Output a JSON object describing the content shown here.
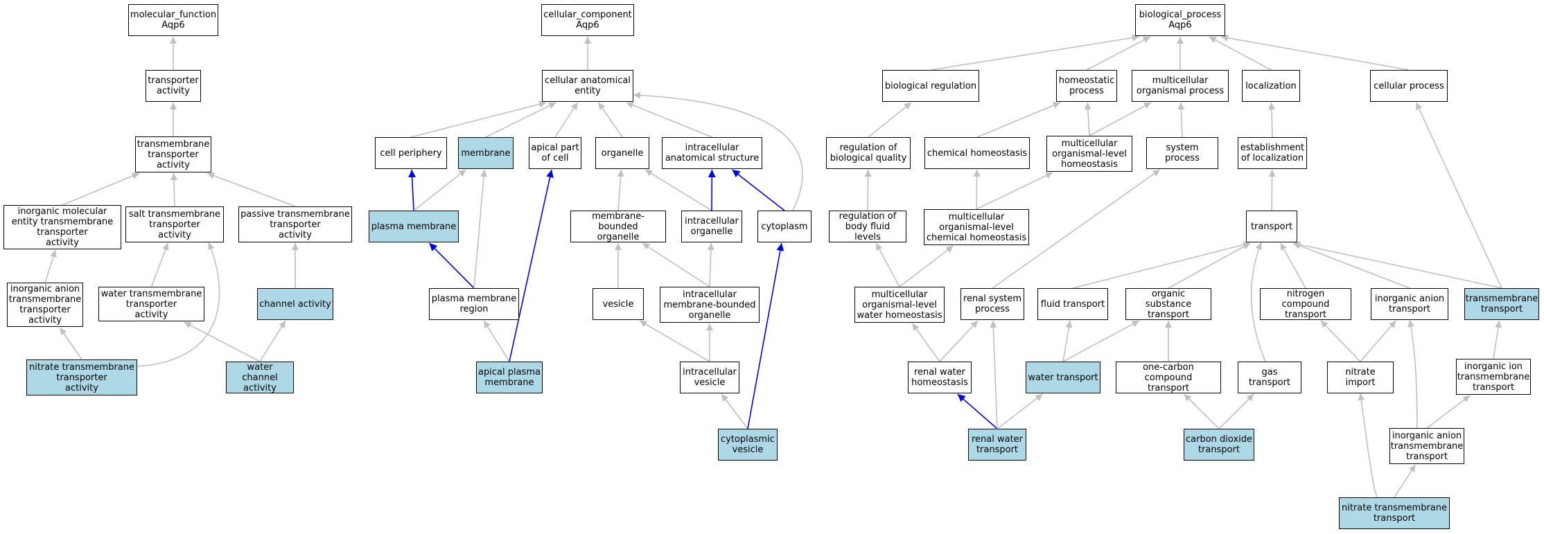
{
  "colors": {
    "highlight_fill": "#add8e6",
    "node_fill": "#ffffff",
    "edge_default": "#c0c0c0",
    "edge_strong": "#0000e0",
    "border": "#000000"
  },
  "nodes": [
    {
      "id": "mf",
      "label": "molecular_function\nAqp6",
      "hl": false
    },
    {
      "id": "ta",
      "label": "transporter\nactivity",
      "hl": false
    },
    {
      "id": "tmta",
      "label": "transmembrane\ntransporter\nactivity",
      "hl": false
    },
    {
      "id": "imetta",
      "label": "inorganic molecular\nentity transmembrane\ntransporter\nactivity",
      "hl": false
    },
    {
      "id": "stta",
      "label": "salt transmembrane\ntransporter\nactivity",
      "hl": false
    },
    {
      "id": "ptta",
      "label": "passive transmembrane\ntransporter\nactivity",
      "hl": false
    },
    {
      "id": "iatta",
      "label": "inorganic anion\ntransmembrane\ntransporter\nactivity",
      "hl": false
    },
    {
      "id": "wtta",
      "label": "water transmembrane\ntransporter\nactivity",
      "hl": false
    },
    {
      "id": "ca",
      "label": "channel activity",
      "hl": true
    },
    {
      "id": "ntta",
      "label": "nitrate transmembrane\ntransporter\nactivity",
      "hl": true
    },
    {
      "id": "wca",
      "label": "water channel\nactivity",
      "hl": true
    },
    {
      "id": "cc",
      "label": "cellular_component\nAqp6",
      "hl": false
    },
    {
      "id": "cae",
      "label": "cellular anatomical\nentity",
      "hl": false
    },
    {
      "id": "cp",
      "label": "cell periphery",
      "hl": false
    },
    {
      "id": "mem",
      "label": "membrane",
      "hl": true
    },
    {
      "id": "apc",
      "label": "apical part\nof cell",
      "hl": false
    },
    {
      "id": "org",
      "label": "organelle",
      "hl": false
    },
    {
      "id": "ias",
      "label": "intracellular\nanatomical structure",
      "hl": false
    },
    {
      "id": "pm",
      "label": "plasma membrane",
      "hl": true
    },
    {
      "id": "mbo",
      "label": "membrane-bounded\norganelle",
      "hl": false
    },
    {
      "id": "io",
      "label": "intracellular\norganelle",
      "hl": false
    },
    {
      "id": "cyt",
      "label": "cytoplasm",
      "hl": false
    },
    {
      "id": "pmr",
      "label": "plasma membrane\nregion",
      "hl": false
    },
    {
      "id": "ves",
      "label": "vesicle",
      "hl": false
    },
    {
      "id": "imbo",
      "label": "intracellular\nmembrane-bounded\norganelle",
      "hl": false
    },
    {
      "id": "apm",
      "label": "apical plasma\nmembrane",
      "hl": true
    },
    {
      "id": "iv",
      "label": "intracellular\nvesicle",
      "hl": false
    },
    {
      "id": "cv",
      "label": "cytoplasmic\nvesicle",
      "hl": true
    },
    {
      "id": "bp",
      "label": "biological_process\nAqp6",
      "hl": false
    },
    {
      "id": "br",
      "label": "biological regulation",
      "hl": false
    },
    {
      "id": "hp",
      "label": "homeostatic\nprocess",
      "hl": false
    },
    {
      "id": "mop",
      "label": "multicellular\norganismal process",
      "hl": false
    },
    {
      "id": "loc",
      "label": "localization",
      "hl": false
    },
    {
      "id": "cellp",
      "label": "cellular process",
      "hl": false
    },
    {
      "id": "rbq",
      "label": "regulation of\nbiological quality",
      "hl": false
    },
    {
      "id": "ch",
      "label": "chemical homeostasis",
      "hl": false
    },
    {
      "id": "molh",
      "label": "multicellular\norganismal-level\nhomeostasis",
      "hl": false
    },
    {
      "id": "sp",
      "label": "system process",
      "hl": false
    },
    {
      "id": "eol",
      "label": "establishment\nof localization",
      "hl": false
    },
    {
      "id": "rbfl",
      "label": "regulation of\nbody fluid levels",
      "hl": false
    },
    {
      "id": "molch",
      "label": "multicellular\norganismal-level\nchemical homeostasis",
      "hl": false
    },
    {
      "id": "tr",
      "label": "transport",
      "hl": false
    },
    {
      "id": "molwh",
      "label": "multicellular\norganismal-level\nwater homeostasis",
      "hl": false
    },
    {
      "id": "rsp",
      "label": "renal system\nprocess",
      "hl": false
    },
    {
      "id": "ft",
      "label": "fluid transport",
      "hl": false
    },
    {
      "id": "ost",
      "label": "organic substance\ntransport",
      "hl": false
    },
    {
      "id": "nct",
      "label": "nitrogen compound\ntransport",
      "hl": false
    },
    {
      "id": "iat",
      "label": "inorganic anion\ntransport",
      "hl": false
    },
    {
      "id": "tmt",
      "label": "transmembrane\ntransport",
      "hl": true
    },
    {
      "id": "rwh",
      "label": "renal water\nhomeostasis",
      "hl": false
    },
    {
      "id": "wt",
      "label": "water transport",
      "hl": true
    },
    {
      "id": "occt",
      "label": "one-carbon compound\ntransport",
      "hl": false
    },
    {
      "id": "gt",
      "label": "gas transport",
      "hl": false
    },
    {
      "id": "ni",
      "label": "nitrate import",
      "hl": false
    },
    {
      "id": "iitt",
      "label": "inorganic ion\ntransmembrane\ntransport",
      "hl": false
    },
    {
      "id": "iatt",
      "label": "inorganic anion\ntransmembrane\ntransport",
      "hl": false
    },
    {
      "id": "rwt",
      "label": "renal water\ntransport",
      "hl": true
    },
    {
      "id": "cdt",
      "label": "carbon dioxide\ntransport",
      "hl": true
    },
    {
      "id": "ntt",
      "label": "nitrate transmembrane\ntransport",
      "hl": true
    }
  ],
  "edges": [
    {
      "from": "ta",
      "to": "mf",
      "strong": false
    },
    {
      "from": "tmta",
      "to": "ta",
      "strong": false
    },
    {
      "from": "imetta",
      "to": "tmta",
      "strong": false
    },
    {
      "from": "stta",
      "to": "tmta",
      "strong": false
    },
    {
      "from": "ptta",
      "to": "tmta",
      "strong": false
    },
    {
      "from": "iatta",
      "to": "imetta",
      "strong": false
    },
    {
      "from": "wtta",
      "to": "stta",
      "strong": false
    },
    {
      "from": "ca",
      "to": "ptta",
      "strong": false
    },
    {
      "from": "ntta",
      "to": "iatta",
      "strong": false
    },
    {
      "from": "ntta",
      "to": "stta",
      "strong": false
    },
    {
      "from": "wca",
      "to": "wtta",
      "strong": false
    },
    {
      "from": "wca",
      "to": "ca",
      "strong": false
    },
    {
      "from": "cae",
      "to": "cc",
      "strong": false
    },
    {
      "from": "cp",
      "to": "cae",
      "strong": false
    },
    {
      "from": "mem",
      "to": "cae",
      "strong": false
    },
    {
      "from": "apc",
      "to": "cae",
      "strong": false
    },
    {
      "from": "org",
      "to": "cae",
      "strong": false
    },
    {
      "from": "ias",
      "to": "cae",
      "strong": false
    },
    {
      "from": "cyt",
      "to": "cae",
      "strong": false
    },
    {
      "from": "pm",
      "to": "cp",
      "strong": true
    },
    {
      "from": "pm",
      "to": "mem",
      "strong": false
    },
    {
      "from": "pmr",
      "to": "pm",
      "strong": true
    },
    {
      "from": "pmr",
      "to": "mem",
      "strong": false
    },
    {
      "from": "apm",
      "to": "pmr",
      "strong": false
    },
    {
      "from": "apm",
      "to": "apc",
      "strong": true
    },
    {
      "from": "mbo",
      "to": "org",
      "strong": false
    },
    {
      "from": "io",
      "to": "org",
      "strong": false
    },
    {
      "from": "io",
      "to": "ias",
      "strong": true
    },
    {
      "from": "cyt",
      "to": "ias",
      "strong": true
    },
    {
      "from": "ves",
      "to": "mbo",
      "strong": false
    },
    {
      "from": "imbo",
      "to": "mbo",
      "strong": false
    },
    {
      "from": "imbo",
      "to": "io",
      "strong": false
    },
    {
      "from": "iv",
      "to": "ves",
      "strong": false
    },
    {
      "from": "iv",
      "to": "imbo",
      "strong": false
    },
    {
      "from": "cv",
      "to": "iv",
      "strong": false
    },
    {
      "from": "cv",
      "to": "cyt",
      "strong": true
    },
    {
      "from": "br",
      "to": "bp",
      "strong": false
    },
    {
      "from": "hp",
      "to": "bp",
      "strong": false
    },
    {
      "from": "mop",
      "to": "bp",
      "strong": false
    },
    {
      "from": "loc",
      "to": "bp",
      "strong": false
    },
    {
      "from": "cellp",
      "to": "bp",
      "strong": false
    },
    {
      "from": "rbq",
      "to": "br",
      "strong": false
    },
    {
      "from": "ch",
      "to": "hp",
      "strong": false
    },
    {
      "from": "molh",
      "to": "hp",
      "strong": false
    },
    {
      "from": "molh",
      "to": "mop",
      "strong": false
    },
    {
      "from": "sp",
      "to": "mop",
      "strong": false
    },
    {
      "from": "eol",
      "to": "loc",
      "strong": false
    },
    {
      "from": "rbfl",
      "to": "rbq",
      "strong": false
    },
    {
      "from": "molch",
      "to": "ch",
      "strong": false
    },
    {
      "from": "molch",
      "to": "molh",
      "strong": false
    },
    {
      "from": "tr",
      "to": "eol",
      "strong": false
    },
    {
      "from": "molwh",
      "to": "rbfl",
      "strong": false
    },
    {
      "from": "molwh",
      "to": "molch",
      "strong": false
    },
    {
      "from": "rsp",
      "to": "sp",
      "strong": false
    },
    {
      "from": "ft",
      "to": "tr",
      "strong": false
    },
    {
      "from": "ost",
      "to": "tr",
      "strong": false
    },
    {
      "from": "nct",
      "to": "tr",
      "strong": false
    },
    {
      "from": "iat",
      "to": "tr",
      "strong": false
    },
    {
      "from": "tmt",
      "to": "tr",
      "strong": false
    },
    {
      "from": "tmt",
      "to": "cellp",
      "strong": false
    },
    {
      "from": "gt",
      "to": "tr",
      "strong": false
    },
    {
      "from": "rwh",
      "to": "molwh",
      "strong": false
    },
    {
      "from": "rwh",
      "to": "rsp",
      "strong": false
    },
    {
      "from": "wt",
      "to": "ft",
      "strong": false
    },
    {
      "from": "wt",
      "to": "ost",
      "strong": false
    },
    {
      "from": "occt",
      "to": "ost",
      "strong": false
    },
    {
      "from": "ni",
      "to": "nct",
      "strong": false
    },
    {
      "from": "ni",
      "to": "iat",
      "strong": false
    },
    {
      "from": "iitt",
      "to": "tmt",
      "strong": false
    },
    {
      "from": "iatt",
      "to": "iitt",
      "strong": false
    },
    {
      "from": "iatt",
      "to": "iat",
      "strong": false
    },
    {
      "from": "rwt",
      "to": "rwh",
      "strong": true
    },
    {
      "from": "rwt",
      "to": "rsp",
      "strong": false
    },
    {
      "from": "rwt",
      "to": "wt",
      "strong": false
    },
    {
      "from": "cdt",
      "to": "occt",
      "strong": false
    },
    {
      "from": "cdt",
      "to": "gt",
      "strong": false
    },
    {
      "from": "ntt",
      "to": "iatt",
      "strong": false
    },
    {
      "from": "ntt",
      "to": "ni",
      "strong": false
    }
  ]
}
